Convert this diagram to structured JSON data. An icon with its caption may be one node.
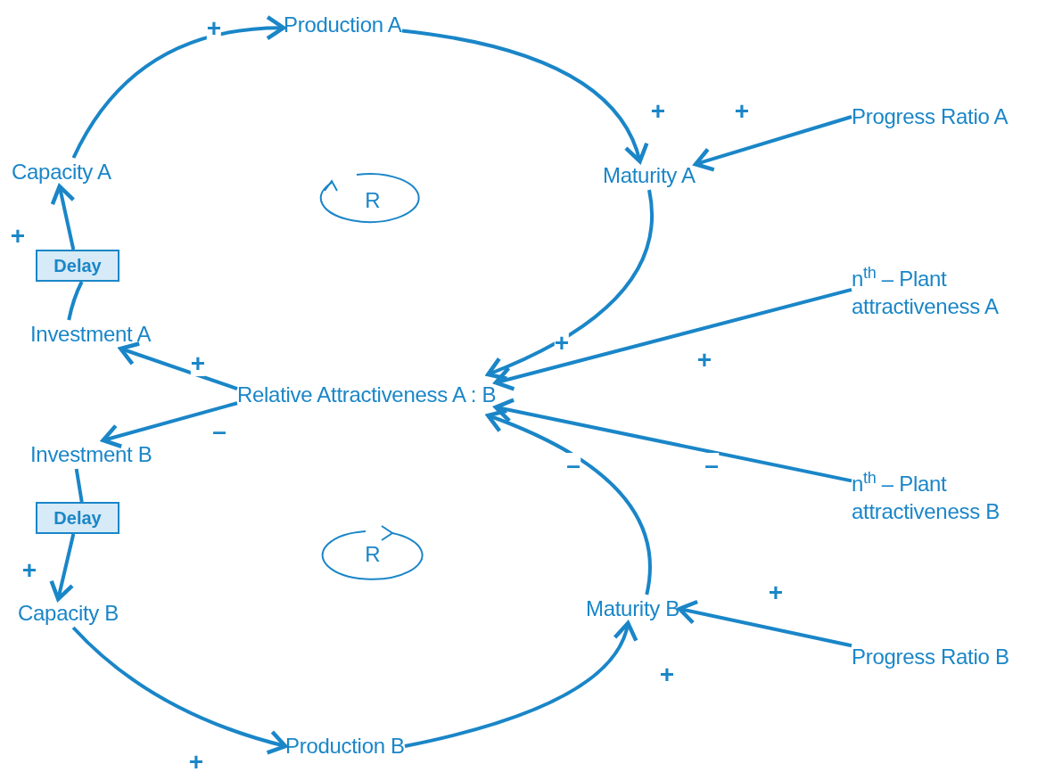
{
  "diagram": {
    "nodes": [
      {
        "text": [
          "Production A"
        ]
      },
      {
        "text": [
          "Maturity A"
        ]
      },
      {
        "text": [
          "Progress Ratio A"
        ]
      },
      {
        "text": [
          "Capacity A"
        ]
      },
      {
        "text": [
          "Delay"
        ]
      },
      {
        "text": [
          "Investment A"
        ]
      },
      {
        "text": [
          "n$^{th}$ – Plant attractiveness A"
        ]
      },
      {
        "text": [
          "Relative Attractiveness A : B"
        ]
      },
      {
        "text": [
          "Investment B"
        ]
      },
      {
        "text": [
          "Delay"
        ]
      },
      {
        "text": [
          "n$^{th}$ – Plant attractiveness B"
        ]
      },
      {
        "text": [
          "Capacity B"
        ]
      },
      {
        "text": [
          "Maturity B"
        ]
      },
      {
        "text": [
          "Progress Ratio B"
        ]
      },
      {
        "text": [
          "Production B"
        ]
      }
    ],
    "edges": [
      {
        "from": 3,
        "to": 0,
        "arrow": "to",
        "label": "+"
      },
      {
        "from": 0,
        "to": 1,
        "arrow": "to",
        "label": "+"
      },
      {
        "from": 2,
        "to": 1,
        "arrow": "to",
        "label": "+"
      },
      {
        "from": 1,
        "to": 7,
        "arrow": "to",
        "label": "+"
      },
      {
        "from": 6,
        "to": 7,
        "arrow": "to",
        "label": "+"
      },
      {
        "from": 10,
        "to": 7,
        "arrow": "to",
        "label": "–"
      },
      {
        "from": 12,
        "to": 7,
        "arrow": "to",
        "label": "–"
      },
      {
        "from": 7,
        "to": 5,
        "arrow": "to",
        "label": "+"
      },
      {
        "from": 7,
        "to": 8,
        "arrow": "to",
        "label": "–"
      },
      {
        "from": 5,
        "to": 4,
        "arrow": "none"
      },
      {
        "from": 4,
        "to": 3,
        "arrow": "to",
        "label": "+"
      },
      {
        "from": 8,
        "to": 9,
        "arrow": "none"
      },
      {
        "from": 9,
        "to": 11,
        "arrow": "to",
        "label": "+"
      },
      {
        "from": 11,
        "to": 14,
        "arrow": "to",
        "label": "+"
      },
      {
        "from": 14,
        "to": 12,
        "arrow": "to",
        "label": "+"
      },
      {
        "from": 13,
        "to": 12,
        "arrow": "to",
        "label": "+"
      }
    ],
    "labels": [
      "R",
      "R"
    ]
  }
}
